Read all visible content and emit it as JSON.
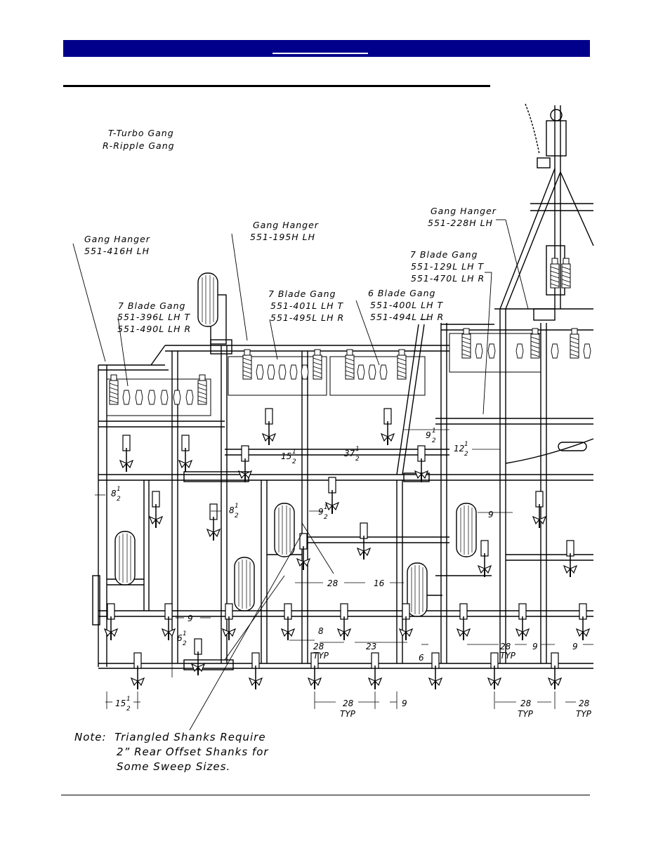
{
  "legend": {
    "turbo": "T-Turbo Gang",
    "ripple": "R-Ripple Gang"
  },
  "callouts": {
    "hanger_416": {
      "title": "Gang Hanger",
      "part": "551-416H  LH"
    },
    "hanger_195": {
      "title": "Gang Hanger",
      "part": "551-195H  LH"
    },
    "hanger_228": {
      "title": "Gang Hanger",
      "part": "551-228H  LH"
    },
    "gang_396": {
      "title": "7 Blade Gang",
      "part_t": "551-396L  LH  T",
      "part_r": "551-490L  LH  R"
    },
    "gang_401": {
      "title": "7 Blade Gang",
      "part_t": "551-401L  LH  T",
      "part_r": "551-495L  LH  R"
    },
    "gang_400": {
      "title": "6 Blade Gang",
      "part_t": "551-400L  LH  T",
      "part_r": "551-494L  LH  R"
    },
    "gang_129": {
      "title": "7 Blade Gang",
      "part_t": "551-129L  LH  T",
      "part_r": "551-470L  LH  R"
    }
  },
  "dimensions": {
    "d15_top": "15",
    "d37": "37",
    "d9_right": "9",
    "d12": "12",
    "d8_left": "8",
    "d8_mid": "8",
    "d9_mid": "9",
    "d9_far": "9",
    "d28_mid": "28",
    "d16": "16",
    "d9_low": "9",
    "d6_low": "6",
    "d8_low": "8",
    "d23": "23",
    "d28a": "28",
    "d6_right": "6",
    "d28b": "28",
    "d9_r1": "9",
    "d9_r2": "9",
    "d15_bottom": "15",
    "d28c": "28",
    "d9_bottom": "9",
    "d28d": "28",
    "d28e": "28",
    "typ": "TYP",
    "half_num": "1",
    "half_den": "2"
  },
  "note": {
    "line1": "Note:  Triangled Shanks Require",
    "line2": "2” Rear Offset Shanks for",
    "line3": "Some Sweep Sizes."
  }
}
